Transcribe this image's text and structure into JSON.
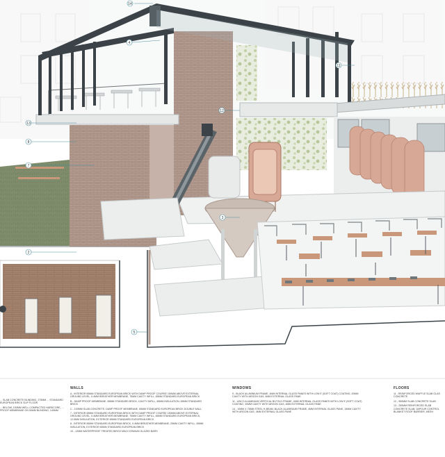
{
  "callouts": [
    {
      "label": "14"
    },
    {
      "label": "4"
    },
    {
      "label": "11"
    },
    {
      "label": "12"
    },
    {
      "label": "13"
    },
    {
      "label": "8"
    },
    {
      "label": "7"
    },
    {
      "label": "2"
    },
    {
      "label": "3"
    },
    {
      "label": "5"
    }
  ],
  "legend": {
    "col1": {
      "lines": [
        "... SLAB CONCRETE BLINDING, 275mm ... STANDARD EUROPEAN BRICK SLIP FLOOR",
        "... BELOW, 150mm WELL COMPACTED HARDCORE, ... PROOF MEMBRANE ON 50mm BLINDING, 140mm"
      ]
    },
    "walls": {
      "title": "WALLS",
      "lines": [
        "A - INTERIOR 65mm STANDARD EUROPEAN BRICK WITH DAMP PROOF COURSE 150mm ABOVE EXTERNAL GROUND LEVEL, 0.4mm BREATHER MEMBRANE, 75mm CAVITY INFILL, 65mm STANDARD EUROPEAN BRICK",
        "B - DAMP PROOF MEMBRANE, 65mm STANDARD BRICK, CAVITY INFILL, 65mm INSULATION, 65mm STANDARD BRICK",
        "C - 100mm SLAB CONCRETE, DAMP PROOF MEMBRANE, 65mm STANDARD EUROPEAN BRICK DOUBLE WALL",
        "7 - INTERIOR 65mm STANDARD EUROPEAN BRICK WITH DAMP PROOF COURSE 150mm ABOVE EXTERNAL GROUND LEVEL, 0.4mm BREATHER MEMBRANE, 75mm CAVITY INFILL, 65mm STANDARD EUROPEAN BRICK, 12.5mm INSULATION, EXTERIOR 65mm STANDARD EUROPEAN BRICK",
        "8 - INTERIOR 65mm STANDARD EUROPEAN BRICK, 0.4mm BREATHER MEMBRANE, 25mm CAVITY INFILL, 65mm INSULATION, EXTERIOR 65mm STANDARD EUROPEAN BRICK",
        "10 - 12mm WATERPROOF TREATED BIRCH MACCOSMIUM GLAZED BARS"
      ]
    },
    "windows": {
      "title": "WINDOWS",
      "lines": [
        "9 - BLACK ALUMINIUM FRAME, 4mm INTERNAL GLASS PANES WITH LOW E (SOFT COAT) COATING, 20mm CAVITY WITH ARGON GAS, 4mm EXTERNAL GLASS PANE",
        "11 - UNCO ALUMINIUM VERTICAL BI-FOLD FRAME, 4mm INTERNAL GLASS PANES WITH LOW E (SOFT COAT) COATING, 20mm CAVITY WITH ARGON GAS, 4mm EXTERNAL GLASS PANE",
        "14 - 10mm X 75mm STEEL H-BEAM, BLACK ALUMINIUM FRAME, 4mm INTERNAL GLASS PANE, 15mm CAVITY WITH ARGON GAS, 4mm EXTERNAL GLASS PANE"
      ]
    },
    "floors": {
      "title": "FLOORS",
      "lines": [
        "11 - REINFORCED WAFFLE SLAB GLAS CONCRETE",
        "12 - 950mm SLAB CONCRETE SLAB",
        "13 - 250mm REINFORCED SLAB CONCRETE SLAB, VAPOUR CONTROL BLANKET ROOF BARRIER, MESH"
      ]
    }
  },
  "colors": {
    "brick": "#b39a8f",
    "brick_tile": "#a4826d",
    "steel": "#3b4348",
    "wood": "#c9987a",
    "copper": "#d6a895",
    "grass": "#7e8c6b",
    "callout": "#4e8f9e"
  }
}
